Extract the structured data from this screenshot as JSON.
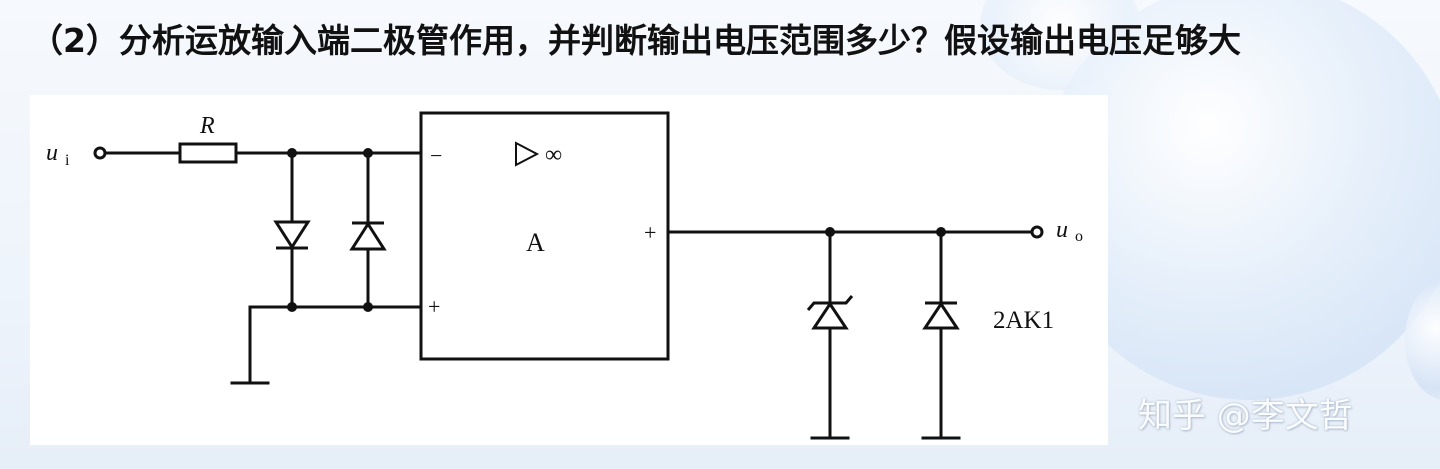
{
  "title": "（2）分析运放输入端二极管作用，并判断输出电压范围多少？假设输出电压足够大",
  "circuit": {
    "input_label": "u",
    "input_sub": "i",
    "output_label": "u",
    "output_sub": "o",
    "resistor_label": "R",
    "opamp_label": "A",
    "opamp_gain": "▷ ∞",
    "inverting_sign": "−",
    "noninverting_sign": "+",
    "output_sign": "+",
    "diode_label": "2AK1"
  },
  "watermark": "知乎 @李文哲"
}
